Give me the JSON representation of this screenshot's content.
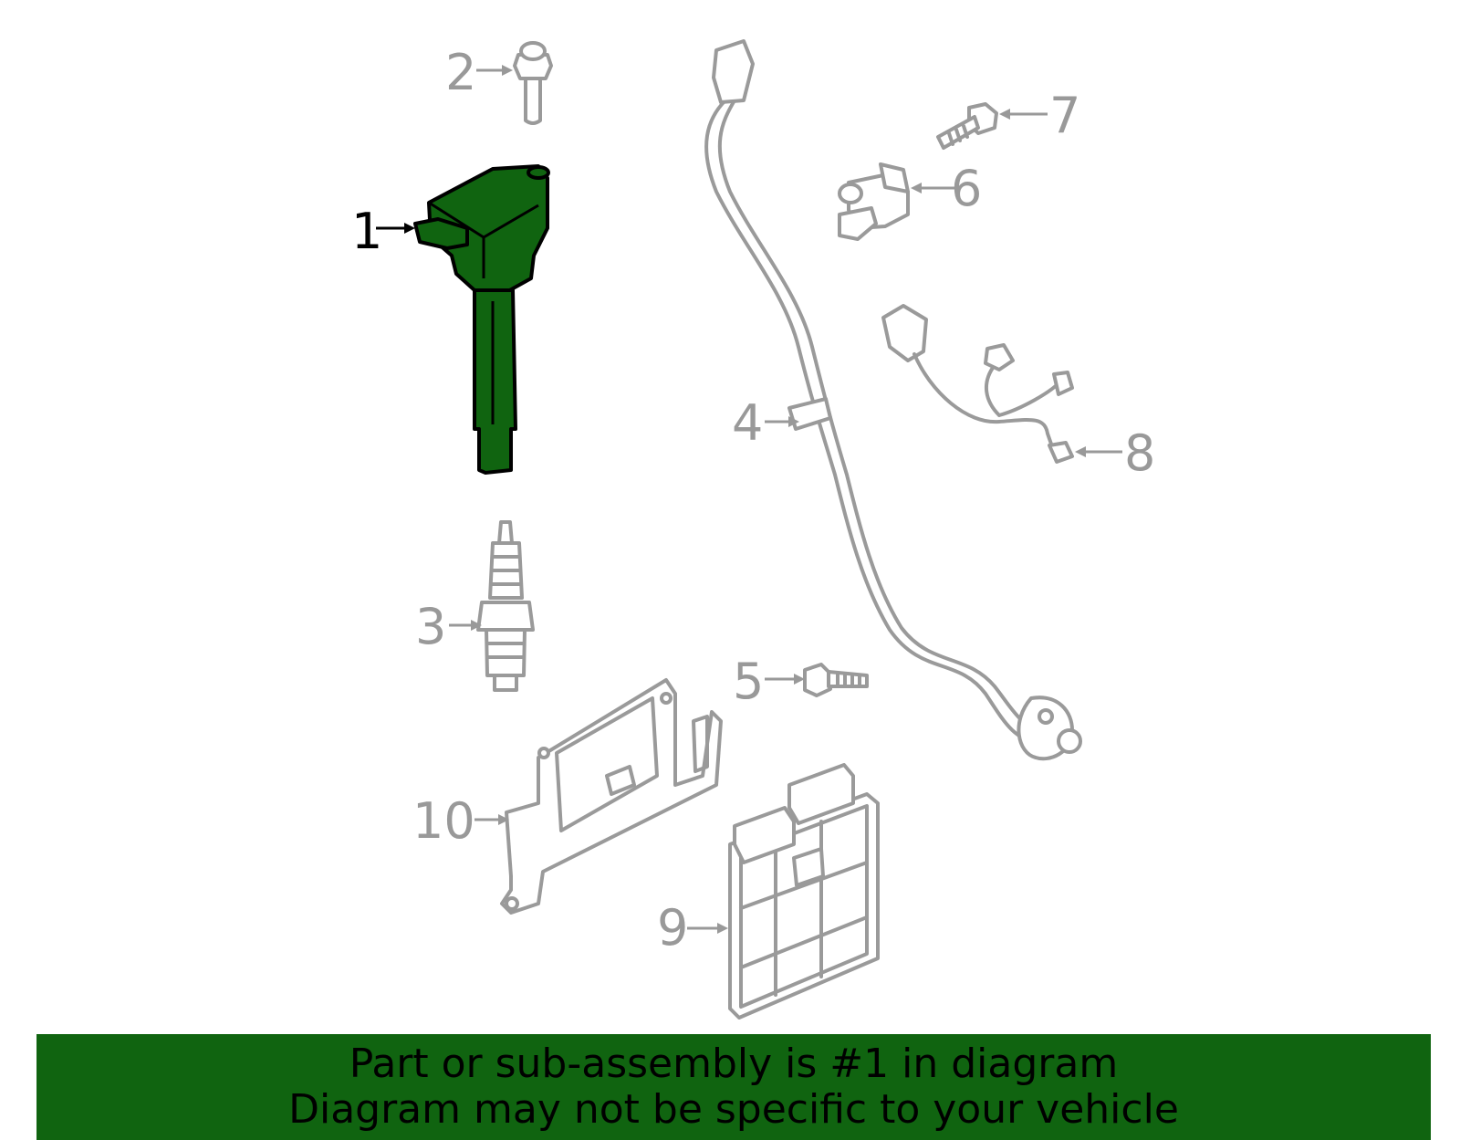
{
  "callouts": {
    "c1": "1",
    "c2": "2",
    "c3": "3",
    "c4": "4",
    "c5": "5",
    "c6": "6",
    "c7": "7",
    "c8": "8",
    "c9": "9",
    "c10": "10"
  },
  "highlighted_part": "1",
  "banner": {
    "line1": "Part or sub-assembly is #1 in diagram",
    "line2": "Diagram may not be specific to your vehicle"
  },
  "colors": {
    "highlight": "#106410",
    "parts": "#9a9a9a",
    "banner": "#106410"
  }
}
